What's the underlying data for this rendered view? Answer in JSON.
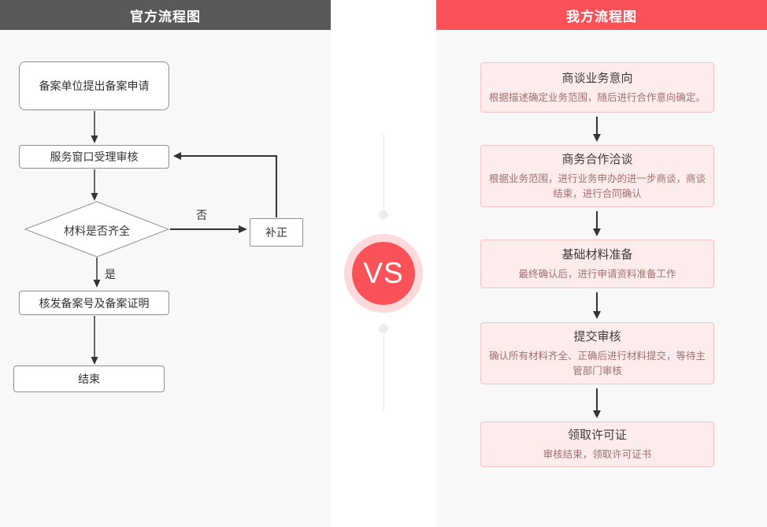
{
  "left": {
    "header": "官方流程图",
    "nodes": {
      "step1": "备案单位提出备案申请",
      "step2": "服务窗口受理审核",
      "decision": "材料是否齐全",
      "fix": "补正",
      "step3": "核发备案号及备案证明",
      "end": "结束"
    },
    "labels": {
      "no": "否",
      "yes": "是"
    }
  },
  "divider": {
    "vs_label": "VS"
  },
  "right": {
    "header": "我方流程图",
    "steps": [
      {
        "title": "商谈业务意向",
        "desc": "根据描述确定业务范围，随后进行合作意向确定。"
      },
      {
        "title": "商务合作洽谈",
        "desc": "根据业务范围，进行业务申办的进一步商谈，商谈结束，进行合同确认"
      },
      {
        "title": "基础材料准备",
        "desc": "最终确认后，进行申请资料准备工作"
      },
      {
        "title": "提交审核",
        "desc": "确认所有材料齐全、正确后进行材料提交，等待主管部门审核"
      },
      {
        "title": "领取许可证",
        "desc": "审核结束，领取许可证书"
      }
    ]
  },
  "colors": {
    "left_header_bg": "#595959",
    "right_header_bg": "#fa5258",
    "panel_bg": "#f8f8f8",
    "flow_box_border": "#8f8f8f",
    "arrow": "#333333",
    "pink_box_bg": "#fdecec",
    "pink_box_border": "#f3c3c3",
    "pink_box_title": "#413939",
    "pink_box_desc": "#a06e6e",
    "vs_ring": "#fcdadb"
  }
}
